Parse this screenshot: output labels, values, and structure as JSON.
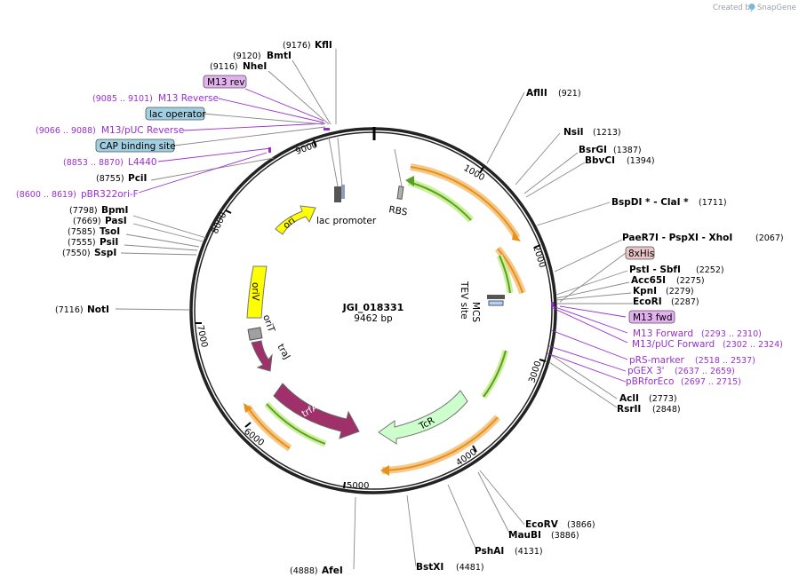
{
  "credit": {
    "prefix": "Created by",
    "brand": "SnapGene"
  },
  "plasmid": {
    "name": "JGI_018331",
    "size": "9462 bp"
  },
  "ticks": [
    "1000",
    "2000",
    "3000",
    "4000",
    "5000",
    "6000",
    "7000",
    "8000",
    "9000"
  ],
  "enzymes": [
    {
      "name": "KflI",
      "pos": "(9176)"
    },
    {
      "name": "BmtI",
      "pos": "(9120)"
    },
    {
      "name": "NheI",
      "pos": "(9116)"
    },
    {
      "name": "PciI",
      "pos": "(8755)"
    },
    {
      "name": "BpmI",
      "pos": "(7798)"
    },
    {
      "name": "PasI",
      "pos": "(7669)"
    },
    {
      "name": "TsoI",
      "pos": "(7585)"
    },
    {
      "name": "PsiI",
      "pos": "(7555)"
    },
    {
      "name": "SspI",
      "pos": "(7550)"
    },
    {
      "name": "NotI",
      "pos": "(7116)"
    },
    {
      "name": "AflII",
      "pos": "(921)"
    },
    {
      "name": "NsiI",
      "pos": "(1213)"
    },
    {
      "name": "BsrGI",
      "pos": "(1387)"
    },
    {
      "name": "BbvCI",
      "pos": "(1394)"
    },
    {
      "name": "BspDI * - ClaI *",
      "pos": "(1711)"
    },
    {
      "name": "PaeR7I - PspXI - XhoI",
      "pos": "(2067)"
    },
    {
      "name": "PstI - SbfI",
      "pos": "(2252)"
    },
    {
      "name": "Acc65I",
      "pos": "(2275)"
    },
    {
      "name": "KpnI",
      "pos": "(2279)"
    },
    {
      "name": "EcoRI",
      "pos": "(2287)"
    },
    {
      "name": "AclI",
      "pos": "(2773)"
    },
    {
      "name": "RsrII",
      "pos": "(2848)"
    },
    {
      "name": "EcoRV",
      "pos": "(3866)"
    },
    {
      "name": "MauBI",
      "pos": "(3886)"
    },
    {
      "name": "PshAI",
      "pos": "(4131)"
    },
    {
      "name": "BstXI",
      "pos": "(4481)"
    },
    {
      "name": "AfeI",
      "pos": "(4888)"
    }
  ],
  "primers": [
    {
      "name": "M13 Reverse",
      "pos": "(9085 .. 9101)"
    },
    {
      "name": "M13/pUC Reverse",
      "pos": "(9066 .. 9088)"
    },
    {
      "name": "L4440",
      "pos": "(8853 .. 8870)"
    },
    {
      "name": "pBR322ori-F",
      "pos": "(8600 .. 8619)"
    },
    {
      "name": "M13 Forward",
      "pos": "(2293 .. 2310)"
    },
    {
      "name": "M13/pUC Forward",
      "pos": "(2302 .. 2324)"
    },
    {
      "name": "pRS-marker",
      "pos": "(2518 .. 2537)"
    },
    {
      "name": "pGEX 3'",
      "pos": "(2637 .. 2659)"
    },
    {
      "name": "pBRforEco",
      "pos": "(2697 .. 2715)"
    }
  ],
  "boxed_labels": {
    "m13_rev": "M13 rev",
    "lac_operator": "lac operator",
    "cap_site": "CAP binding site",
    "his": "8xHis",
    "m13_fwd": "M13 fwd"
  },
  "features": {
    "ori": "ori",
    "oriV": "oriV",
    "oriT": "oriT",
    "traJ": "traJ",
    "trfA": "trfA",
    "TcR": "TcR",
    "lac_promoter": "lac promoter",
    "RBS": "RBS",
    "TEV": "TEV site",
    "MCS": "MCS"
  },
  "colors": {
    "ori": "#ffff00",
    "trfA": "#a0306a",
    "TcR": "#ccffcc",
    "orf_orange": "#f5b860",
    "orf_green": "#88cc44",
    "primer": "#9a2fd0",
    "lac_operator": "#9fcfe0",
    "m13": "#e3b0f0",
    "his": "#e8c4c8"
  }
}
